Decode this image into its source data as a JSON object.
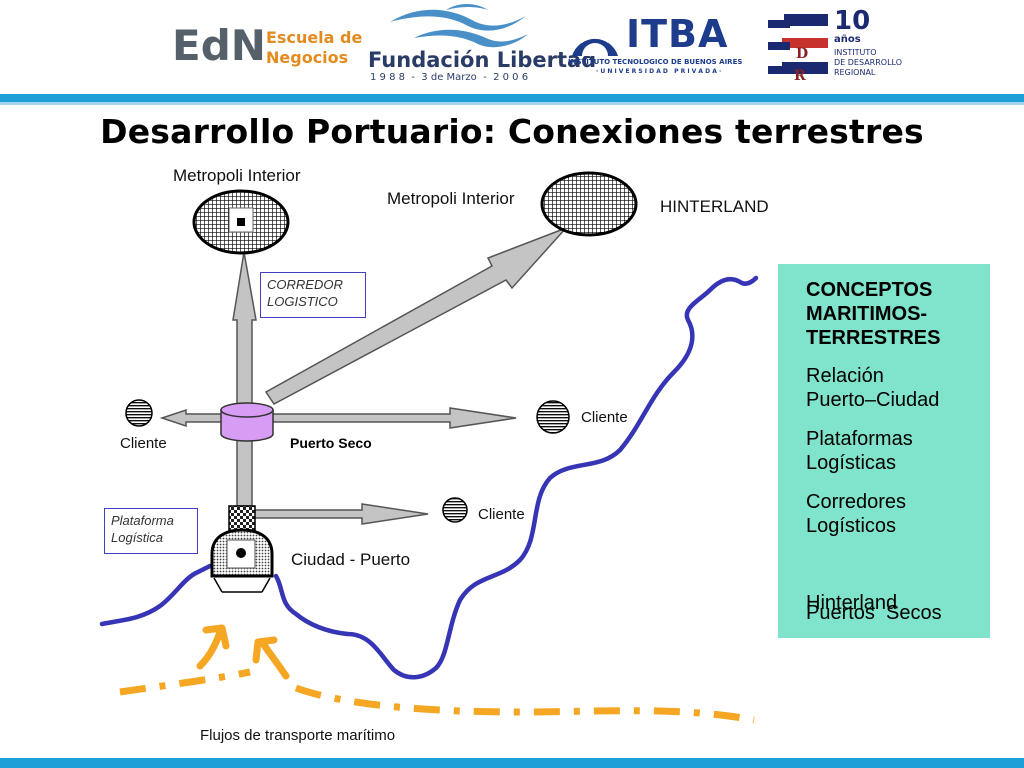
{
  "header": {
    "logos": [
      {
        "id": "edn",
        "mark": "EdN",
        "line1": "Escuela de",
        "line2": "Negocios",
        "color_mark": "#55606a",
        "color_text": "#e48b1f"
      },
      {
        "id": "fundacion",
        "name": "Fundación Libertad",
        "tagline": "1 9 8 8  -  3 de Marzo  -  2 0 0 6",
        "color": "#2a3c66",
        "wave_color": "#4a90c8"
      },
      {
        "id": "itba",
        "name": "ITBA",
        "line1": "INSTITUTO TECNOLOGICO DE BUENOS AIRES",
        "line2": "· U N I V E R S I D A D   P R I V A D A ·",
        "color": "#1d3c8c"
      },
      {
        "id": "idr",
        "years": "10",
        "years_label": "años",
        "line1": "INSTITUTO",
        "line2": "DE DESARROLLO",
        "line3": "REGIONAL",
        "color": "#1b2a70"
      }
    ],
    "band_color": "#1e9fd8"
  },
  "title": "Desarrollo Portuario: Conexiones terrestres",
  "diagram": {
    "metropoli_left": "Metropoli Interior",
    "metropoli_right": "Metropoli Interior",
    "hinterland": "HINTERLAND",
    "corredor_line1": "CORREDOR",
    "corredor_line2": "LOGISTICO",
    "cliente_left": "Cliente",
    "cliente_right": "Cliente",
    "cliente_bottom": "Cliente",
    "puerto_seco": "Puerto Seco",
    "plataforma_line1": "Plataforma",
    "plataforma_line2": "Logística",
    "ciudad_puerto": "Ciudad - Puerto",
    "flujos": "Flujos de transporte marítimo",
    "colors": {
      "arrow_fill": "#c4c4c4",
      "river": "#3535b5",
      "flow": "#f5a623",
      "puerto_seco": "#d79cf4"
    }
  },
  "concepts": {
    "heading_lines": [
      "CONCEPTOS",
      "MARITIMOS-",
      "TERRESTRES"
    ],
    "items": [
      {
        "line1": "Relación",
        "line2": "Puerto–Ciudad"
      },
      {
        "line1": "Plataformas",
        "line2": "Logísticas"
      },
      {
        "line1": "Corredores",
        "line2": "Logísticos"
      },
      {
        "line1": "Puertos  Secos",
        "line2": ""
      },
      {
        "line1": "Hinterland",
        "line2": ""
      }
    ],
    "background": "#80e3cb"
  }
}
